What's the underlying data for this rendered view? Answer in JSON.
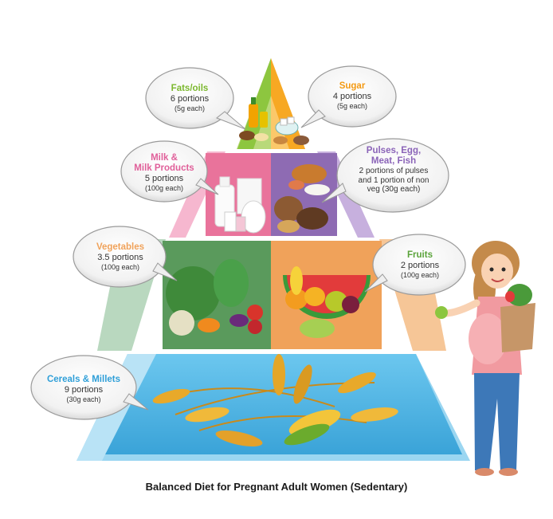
{
  "caption": "Balanced Diet for Pregnant Adult Women (Sedentary)",
  "colors": {
    "fats": "#8dc63f",
    "sugar": "#f7a823",
    "milk": "#e9739b",
    "pulses": "#8e6bb3",
    "vegetables": "#5a9a5c",
    "fruits": "#f0a25a",
    "cereals": "#4fb2e3"
  },
  "groups": {
    "fats": {
      "title": "Fats/oils",
      "line1": "6 portions",
      "line2": "(5g each)"
    },
    "sugar": {
      "title": "Sugar",
      "line1": "4 portions",
      "line2": "(5g each)"
    },
    "milk": {
      "title1": "Milk &",
      "title2": "Milk Products",
      "line1": "5 portions",
      "line2": "(100g each)"
    },
    "pulses": {
      "title1": "Pulses, Egg,",
      "title2": "Meat, Fish",
      "line1": "2 portions of pulses",
      "line2": "and 1 portion  of non",
      "line3": "veg (30g each)"
    },
    "vegetables": {
      "title": "Vegetables",
      "line1": "3.5 portions",
      "line2": "(100g each)"
    },
    "fruits": {
      "title": "Fruits",
      "line1": "2 portions",
      "line2": "(100g each)"
    },
    "cereals": {
      "title": "Cereals & Millets",
      "line1": "9 portions",
      "line2": "(30g each)"
    }
  }
}
